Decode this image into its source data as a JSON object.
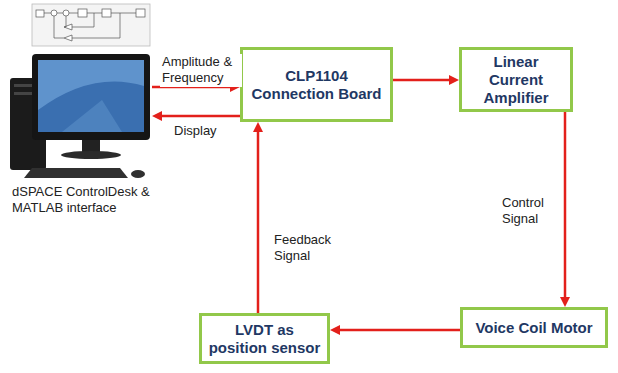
{
  "diagram": {
    "nodes": [
      {
        "text": [
          "dSPACE ControlDesk & MATLAB interface"
        ]
      },
      {
        "text": [
          "CLP1104 Connection Board"
        ]
      },
      {
        "text": [
          "Linear Current Amplifier"
        ]
      },
      {
        "text": [
          "Voice Coil Motor"
        ]
      },
      {
        "text": [
          "LVDT as position sensor"
        ]
      }
    ],
    "edges": [
      {
        "from": 0,
        "to": 1,
        "label": "Amplitude & Frequency",
        "arrow": "to"
      },
      {
        "from": 1,
        "to": 0,
        "label": "Display",
        "arrow": "to"
      },
      {
        "from": 1,
        "to": 2,
        "arrow": "to"
      },
      {
        "from": 2,
        "to": 3,
        "label": "Control Signal",
        "arrow": "to"
      },
      {
        "from": 3,
        "to": 4,
        "arrow": "to"
      },
      {
        "from": 4,
        "to": 1,
        "label": "Feedback Signal",
        "arrow": "to"
      }
    ]
  }
}
